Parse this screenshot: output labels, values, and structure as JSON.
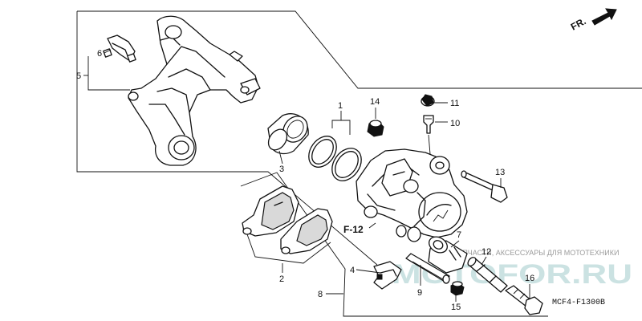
{
  "diagram": {
    "front_marker": "FR.",
    "figure_code": "MCF4-F1300B",
    "reference": "F-12",
    "watermark": {
      "logo": "MOTOFOR.RU",
      "tagline": "ЗАПЧАСТИ, АКСЕССУАРЫ ДЛЯ МОТОТЕХНИКИ"
    },
    "callouts": {
      "c1": "1",
      "c2": "2",
      "c3": "3",
      "c4": "4",
      "c5": "5",
      "c6": "6",
      "c7": "7",
      "c8": "8",
      "c9": "9",
      "c10": "10",
      "c11": "11",
      "c12": "12",
      "c13": "13",
      "c14": "14",
      "c15": "15",
      "c16": "16"
    }
  }
}
